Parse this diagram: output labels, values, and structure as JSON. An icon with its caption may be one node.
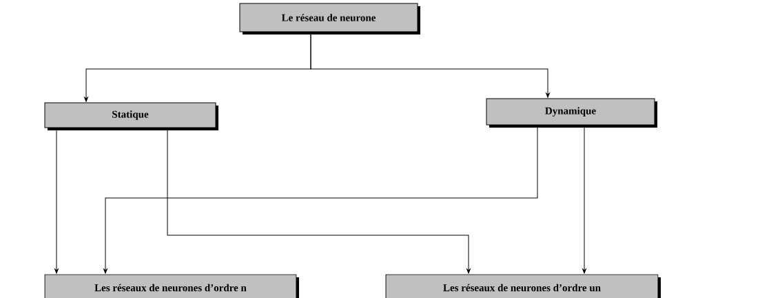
{
  "diagram": {
    "nodes": [
      {
        "text": [
          "Le réseau de neurone"
        ]
      },
      {
        "text": [
          "Statique"
        ]
      },
      {
        "text": [
          "Dynamique"
        ]
      },
      {
        "text": [
          "Les réseaux de neurones d’ordre n"
        ]
      },
      {
        "text": [
          "Les réseaux de neurones d’ordre un"
        ]
      }
    ],
    "edges": [
      {
        "from": 0,
        "to": 1,
        "arrow": "to"
      },
      {
        "from": 0,
        "to": 2,
        "arrow": "to"
      },
      {
        "from": 1,
        "to": 3,
        "arrow": "to"
      },
      {
        "from": 1,
        "to": 4,
        "arrow": "to"
      },
      {
        "from": 2,
        "to": 3,
        "arrow": "to"
      },
      {
        "from": 2,
        "to": 4,
        "arrow": "to"
      }
    ]
  }
}
